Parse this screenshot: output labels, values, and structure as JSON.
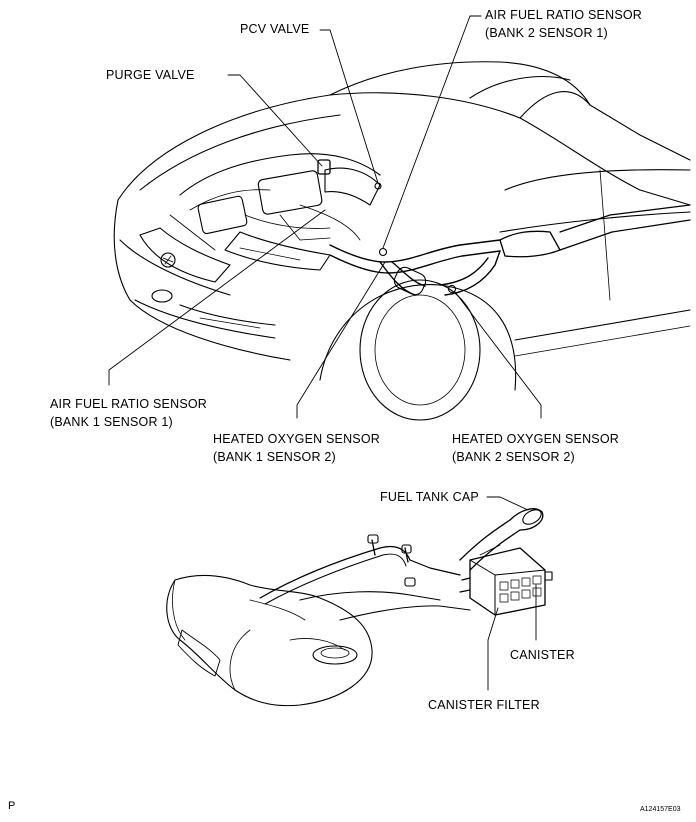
{
  "labels": {
    "pcv_valve": "PCV VALVE",
    "purge_valve": "PURGE VALVE",
    "af_sensor_bank2_line1": "AIR FUEL RATIO SENSOR",
    "af_sensor_bank2_line2": "(BANK 2 SENSOR 1)",
    "af_sensor_bank1_line1": "AIR FUEL RATIO SENSOR",
    "af_sensor_bank1_line2": "(BANK 1 SENSOR 1)",
    "ho2_bank1_line1": "HEATED OXYGEN SENSOR",
    "ho2_bank1_line2": "(BANK 1 SENSOR 2)",
    "ho2_bank2_line1": "HEATED OXYGEN SENSOR",
    "ho2_bank2_line2": "(BANK 2 SENSOR 2)",
    "fuel_tank_cap": "FUEL TANK CAP",
    "canister": "CANISTER",
    "canister_filter": "CANISTER FILTER"
  },
  "footer": {
    "corner_mark": "P",
    "figure_code": "A124157E03"
  }
}
